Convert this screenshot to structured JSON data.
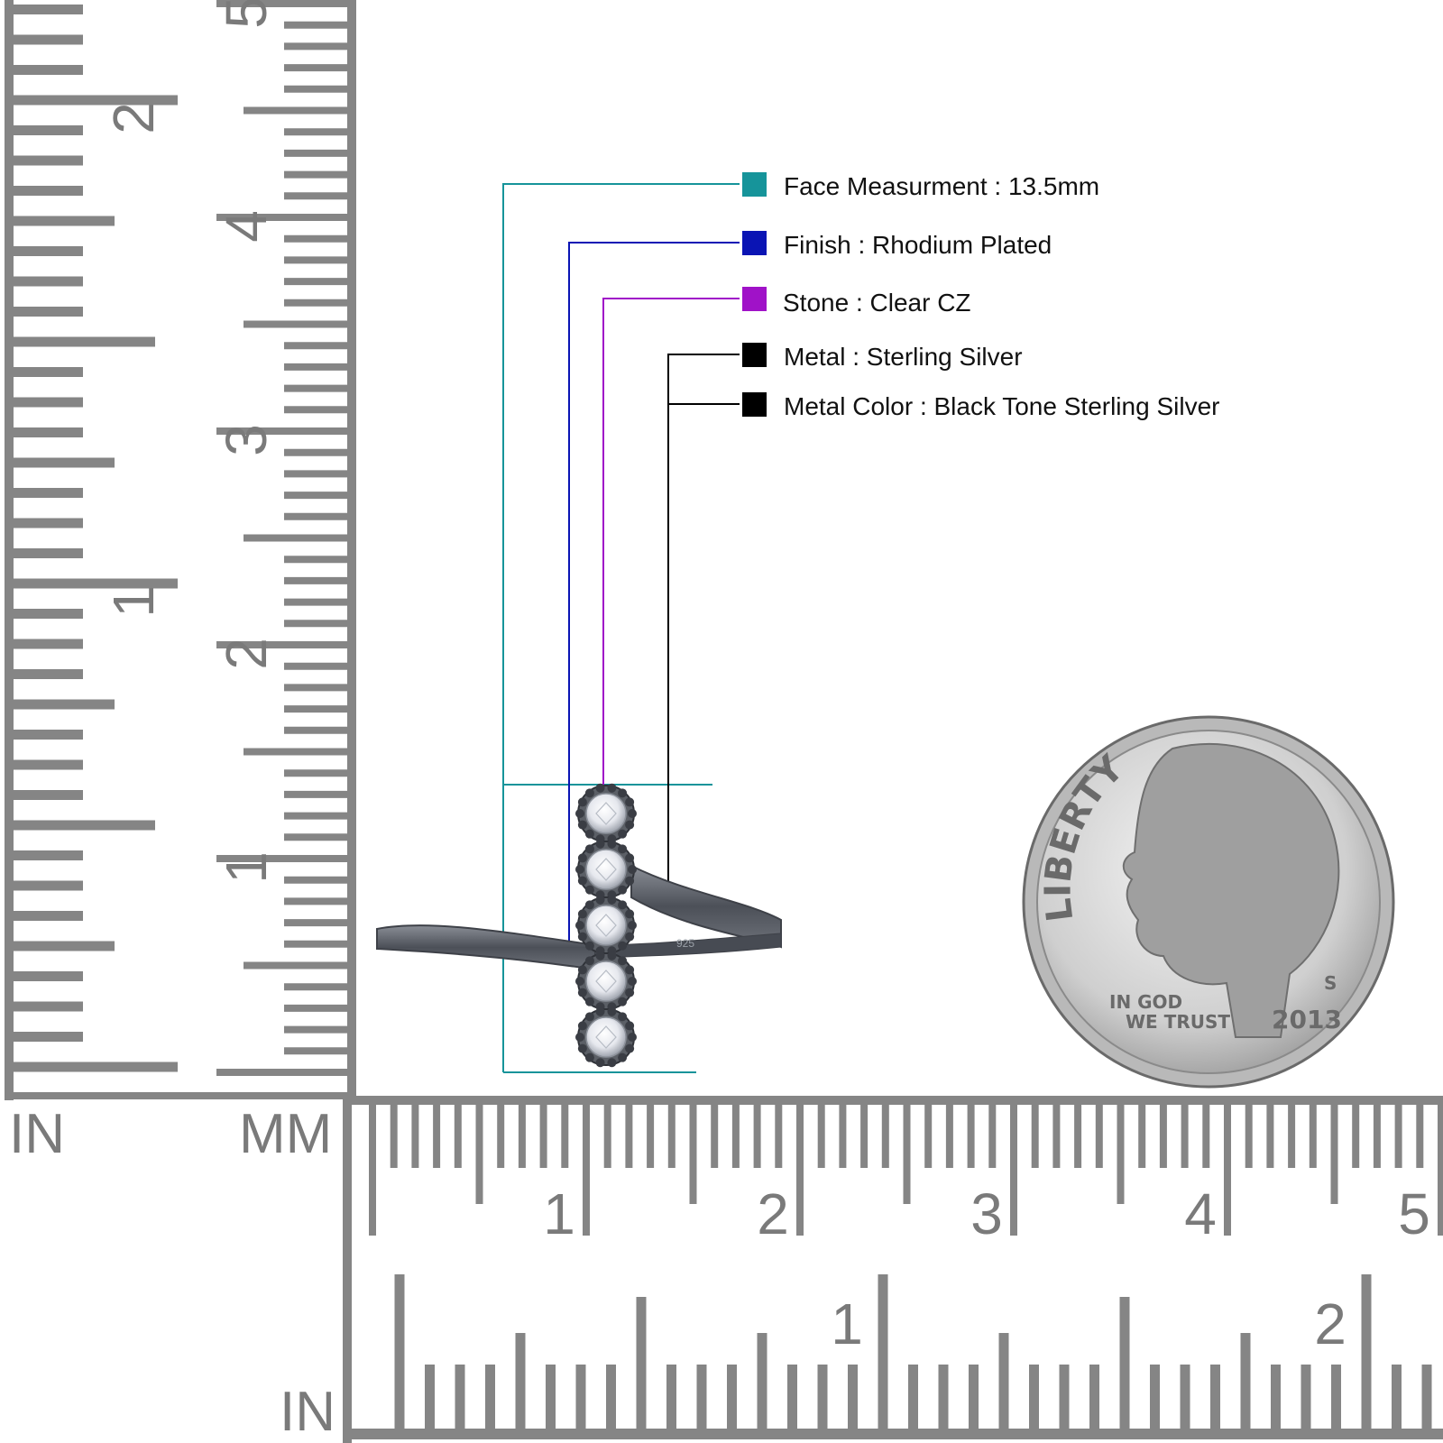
{
  "specs": [
    {
      "label": "Face Measurment : 13.5mm",
      "color": "#16949a"
    },
    {
      "label": "Finish : Rhodium Plated",
      "color": "#0a14b4"
    },
    {
      "label": "Stone : Clear CZ",
      "color": "#a012c8"
    },
    {
      "label": "Metal : Sterling Silver",
      "color": "#000000"
    },
    {
      "label": "Metal Color : Black Tone Sterling Silver",
      "color": "#000000"
    }
  ],
  "ruler": {
    "unit_in_left": "IN",
    "unit_mm": "MM",
    "unit_in_bottom": "IN",
    "color": "#858585",
    "left_in_labels": [
      "1",
      "2"
    ],
    "left_mm_labels": [
      "1",
      "2",
      "3",
      "4",
      "5"
    ],
    "bottom_mm_labels": [
      "1",
      "2",
      "3",
      "4",
      "5"
    ],
    "bottom_in_labels": [
      "1",
      "2"
    ]
  },
  "coin": {
    "top_text": "LIBERTY",
    "motto_line1": "IN GOD",
    "motto_line2": "WE TRUST",
    "year": "2013",
    "mint_mark": "S"
  },
  "ring": {
    "stone_count": 5,
    "band_color": "#5b5f66",
    "stamp": "925"
  }
}
